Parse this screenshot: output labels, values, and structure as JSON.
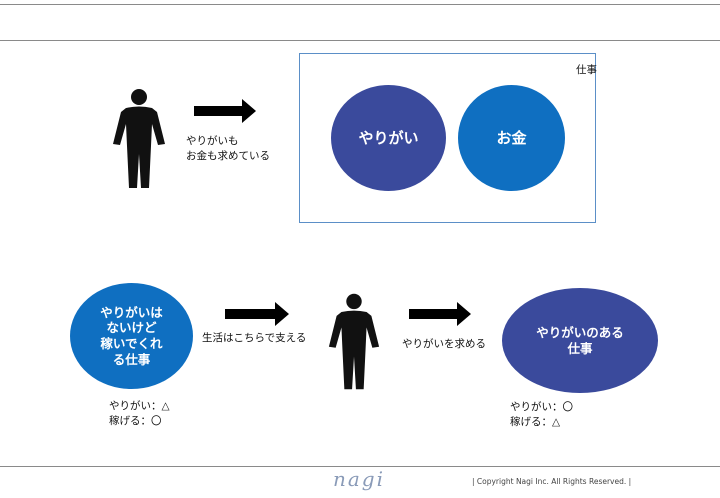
{
  "top": {
    "caption": [
      "やりがいも",
      "お金も求めている"
    ],
    "frame_label": "仕事",
    "circle_yarigai": "やりがい",
    "circle_okane": "お金"
  },
  "bottom": {
    "left_circle": [
      "やりがいは",
      "ないけど",
      "稼いでくれ",
      "る仕事"
    ],
    "left_note": [
      "やりがい：△",
      "稼げる：〇"
    ],
    "support_label": "生活はこちらで支える",
    "seek_label": "やりがいを求める",
    "right_ellipse": [
      "やりがいのある",
      "仕事"
    ],
    "right_note": [
      "やりがい：〇",
      "稼げる：△"
    ]
  },
  "footer": {
    "logo": "nagi",
    "copyright": "| Copyright Nagi Inc.  All Rights Reserved. |"
  },
  "colors": {
    "navy": "#3a4a9c",
    "blue": "#0f6fc1",
    "frame": "#5b8fc7"
  }
}
